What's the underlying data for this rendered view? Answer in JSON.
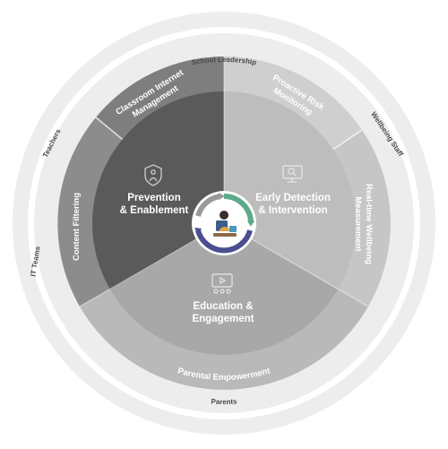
{
  "stakeholders": {
    "top": "School Leadership",
    "upper_right": "Wellbeing Staff",
    "upper_left": "Teachers",
    "lower_left": "IT Teams",
    "bottom": "Parents"
  },
  "pillars": {
    "prevention": {
      "line1": "Prevention",
      "line2": "& Enablement",
      "icon": "person-shield-icon"
    },
    "detection": {
      "line1": "Early Detection",
      "line2": "& Intervention",
      "icon": "monitor-search-icon"
    },
    "education": {
      "line1": "Education &",
      "line2": "Engagement",
      "icon": "presentation-icon"
    }
  },
  "capabilities": {
    "classroom_internet_management": {
      "line1": "Classroom Internet",
      "line2": "Management"
    },
    "content_filtering": "Content Filtering",
    "proactive_risk_monitoring": {
      "line1": "Proactive Risk",
      "line2": "Monitoring"
    },
    "realtime_wellbeing_measurement": {
      "line1": "Real-time Wellbeing",
      "line2": "Measurement"
    },
    "parental_empowerment": "Parental Empowerment"
  },
  "center": {
    "icon": "student-laptop-icon"
  },
  "colors": {
    "prevention_core": "#5a5a5a",
    "detection_core": "#bdbdbd",
    "education_core": "#a8a8a8",
    "classroom_band": "#7e7e7e",
    "filtering_band": "#8c8c8c",
    "risk_band": "#cfcfcf",
    "wellbeing_band": "#c6c6c6",
    "parental_band": "#b9b9b9",
    "outer_ring": "#ededed",
    "arrow_green": "#5daa8a",
    "arrow_navy": "#4b4f8f"
  }
}
